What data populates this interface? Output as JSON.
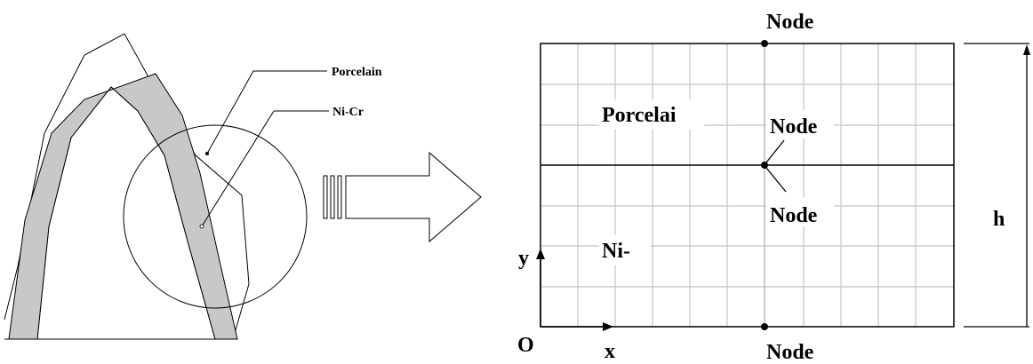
{
  "left_figure": {
    "porcelain_label": "Porcelain",
    "nicr_label": "Ni-Cr"
  },
  "right_figure": {
    "node_top": "Node",
    "node_mid_upper": "Node",
    "node_mid_lower": "Node",
    "node_bottom": "Node",
    "porcelain_label": "Porcelai",
    "nicr_label": "Ni-",
    "height_label": "h",
    "axis_y": "y",
    "axis_x": "x",
    "origin": "O"
  },
  "colors": {
    "metal_layer": "#c8c8c8",
    "grid_line": "#c4c4c4",
    "stroke": "#000000"
  }
}
